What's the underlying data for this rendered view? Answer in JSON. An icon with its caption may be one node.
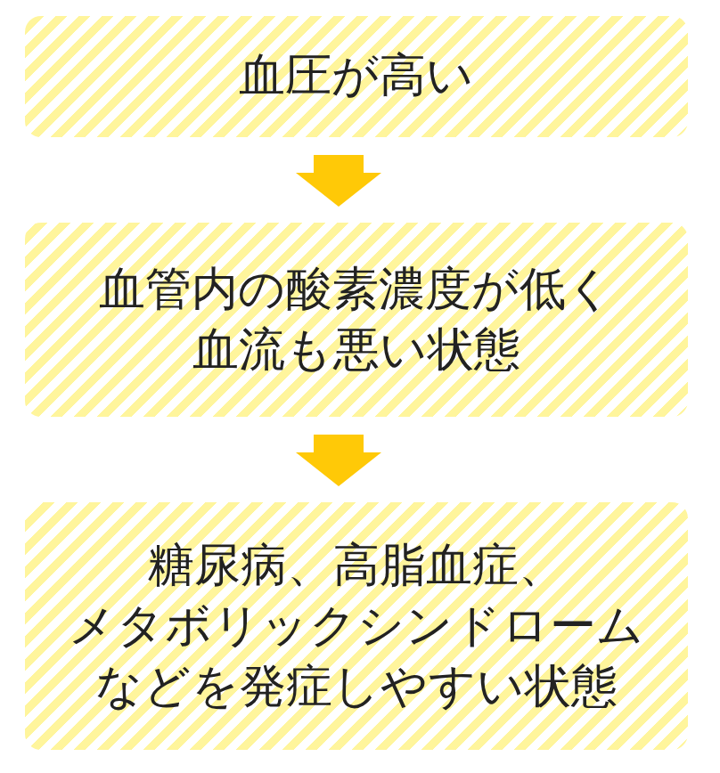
{
  "diagram": {
    "nodes": [
      {
        "text": [
          "血圧が高い"
        ]
      },
      {
        "text": [
          "血管内の酸素濃度が低く血流も悪い状態"
        ]
      },
      {
        "text": [
          "糖尿病、高脂血症、メタボリックシンドロームなどを発症しやすい状態"
        ]
      }
    ],
    "edges": [
      {
        "from": 0,
        "to": 1,
        "arrow": "to"
      },
      {
        "from": 1,
        "to": 2,
        "arrow": "to"
      }
    ]
  }
}
